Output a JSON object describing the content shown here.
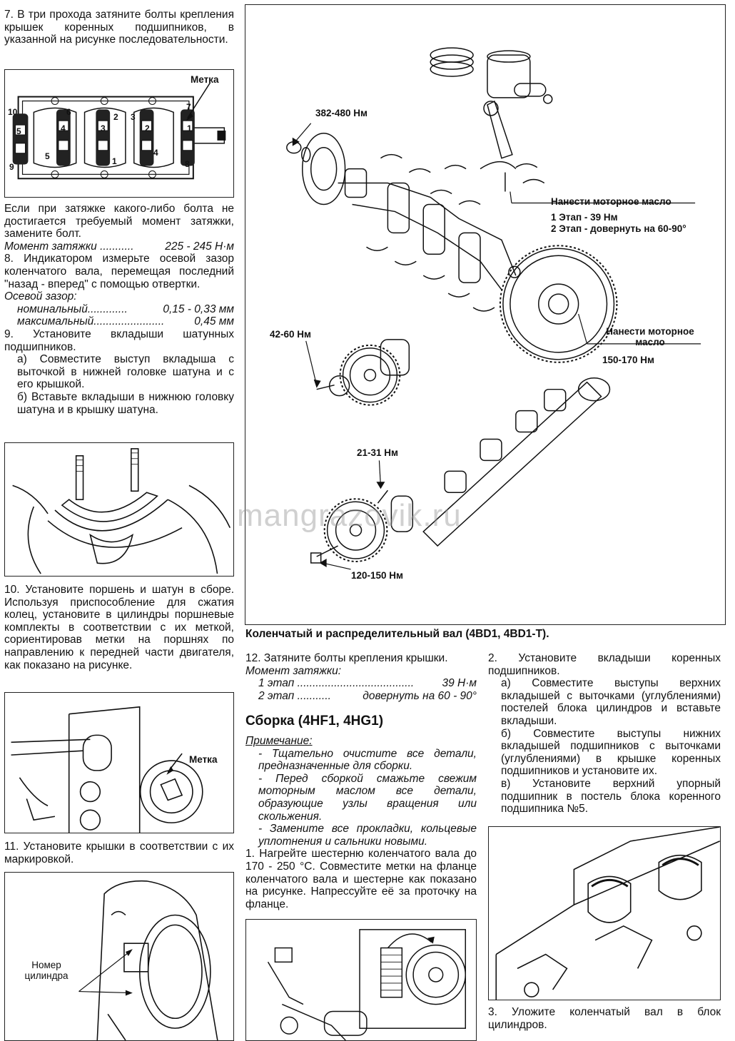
{
  "left_col": {
    "step7": "7. В три прохода затяните болты крепления крышек коренных подшипников, в указанной на рисунке последовательности.",
    "fig1_label": "Метка",
    "fig1_numbers": [
      "10",
      "5",
      "9",
      "6",
      "4",
      "5",
      "2",
      "3",
      "1",
      "3",
      "2",
      "4",
      "7",
      "1",
      "8"
    ],
    "warn_bolt": "Если при затяжке какого-либо болта не достигается требуемый момент затяжки, замените болт.",
    "torque_label": "Момент затяжки",
    "torque_dots": "...........",
    "torque_value": "225 - 245 Н·м",
    "step8": "8. Индикатором измерьте осевой зазор коленчатого вала, перемещая последний \"назад - вперед\" с помощью отвертки.",
    "axial_title": "Осевой зазор:",
    "axial_nom_label": "номинальный",
    "axial_nom_dots": ".............",
    "axial_nom_value": "0,15 - 0,33 мм",
    "axial_max_label": "максимальный",
    "axial_max_dots": ".......................",
    "axial_max_value": "0,45 мм",
    "step9": "9. Установите вкладыши шатунных подшипников.",
    "step9a": "а) Совместите выступ вкладыша с выточкой в нижней головке шатуна и с его крышкой.",
    "step9b": "б) Вставьте вкладыши в нижнюю головку шатуна и в крышку шатуна.",
    "step10": "10. Установите поршень и шатун в сборе. Используя приспособление для сжатия колец, установите в цилиндры поршневые комплекты в соответствии с их меткой, сориентировав метки на поршнях по направлению к передней части двигателя, как показано на рисунке.",
    "fig3_label": "Метка",
    "step11": "11. Установите крышки в соответствии с их маркировкой.",
    "fig4_label": "Номер цилиндра"
  },
  "main_fig": {
    "t1": "382-480 Нм",
    "t2_title": "Нанести моторное масло",
    "t2_stage1": "1 Этап - 39 Нм",
    "t2_stage2": "2 Этап - довернуть на 60-90°",
    "t3_title": "Нанести моторное масло",
    "t3_value": "150-170 Нм",
    "t4": "42-60 Нм",
    "t5": "21-31 Нм",
    "t6": "120-150 Нм",
    "watermark": "mangrazovik.ru",
    "caption": "Коленчатый и распределительный вал (4BD1, 4BD1-T)."
  },
  "mid_col": {
    "step12": "12. Затяните болты крепления крышки.",
    "torque_title": "Момент затяжки:",
    "stage1_label": "1 этап",
    "stage1_dots": "......................................",
    "stage1_value": "39 Н·м",
    "stage2_label": "2 этап",
    "stage2_dots": "...........",
    "stage2_value": "довернуть на 60 - 90°",
    "heading": "Сборка (4HF1, 4HG1)",
    "note_title": "Примечание:",
    "note1": "- Тщательно очистите все детали, предназначенные для сборки.",
    "note2": "- Перед сборкой смажьте свежим моторным маслом все детали, образующие узлы вращения или скольжения.",
    "note3": "- Замените все прокладки, кольцевые уплотнения и сальники новыми.",
    "step1": "1. Нагрейте шестерню коленчатого вала до 170 - 250 °C. Совместите метки на фланце коленчатого вала и шестерне как показано на рисунке. Напрессуйте её за проточку на фланце."
  },
  "right_col": {
    "step2": "2. Установите вкладыши коренных подшипников.",
    "step2a": "а) Совместите выступы верхних вкладышей с выточками (углублениями) постелей блока цилиндров и вставьте вкладыши.",
    "step2b": "б) Совместите выступы нижних вкладышей подшипников с выточками (углублениями) в крышке коренных подшипников и установите их.",
    "step2c": "в) Установите верхний упорный подшипник в постель блока коренного подшипника №5.",
    "step3": "3. Уложите коленчатый вал в блок цилиндров."
  }
}
